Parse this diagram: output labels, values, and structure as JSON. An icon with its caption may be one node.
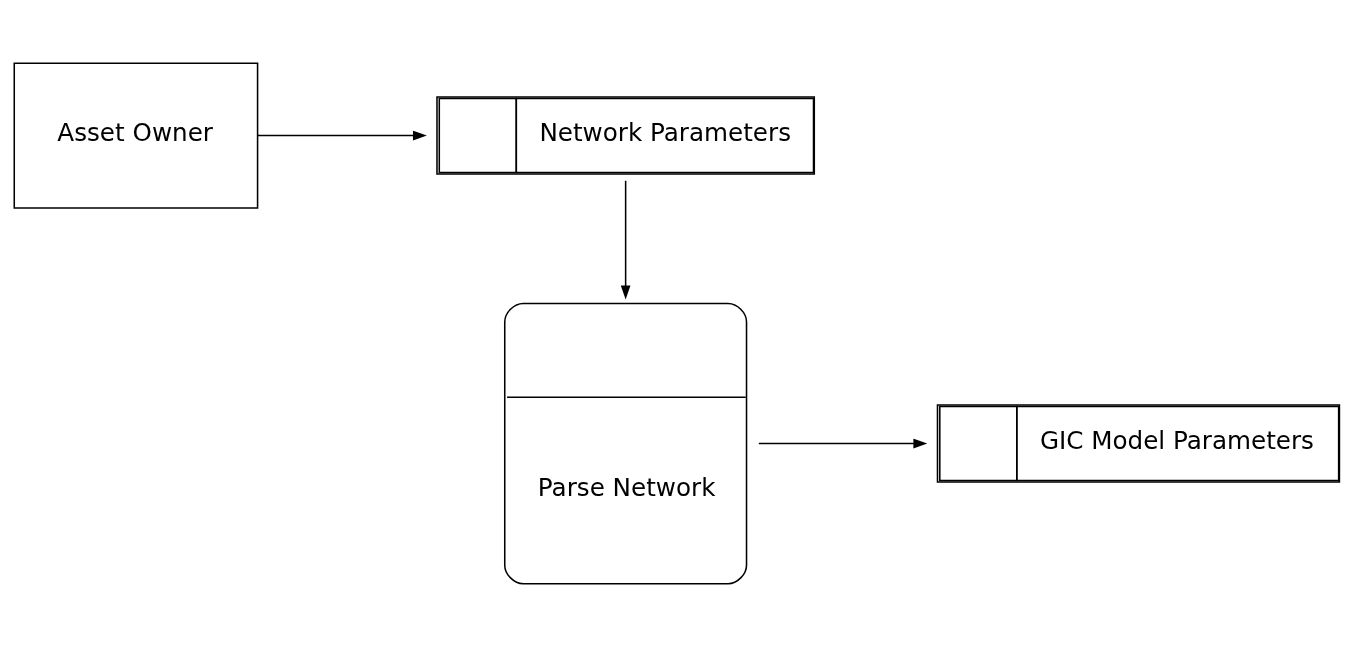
{
  "diagram": {
    "nodes": [
      {
        "text": [
          "Asset Owner"
        ]
      },
      {
        "text": [
          "Network Parameters"
        ]
      },
      {
        "text": [
          "Parse Network"
        ]
      },
      {
        "text": [
          "GIC Model Parameters"
        ]
      }
    ],
    "edges": [
      {
        "from": 0,
        "to": 1,
        "arrow": "to"
      },
      {
        "from": 1,
        "to": 2,
        "arrow": "to"
      },
      {
        "from": 2,
        "to": 3,
        "arrow": "to"
      }
    ]
  }
}
